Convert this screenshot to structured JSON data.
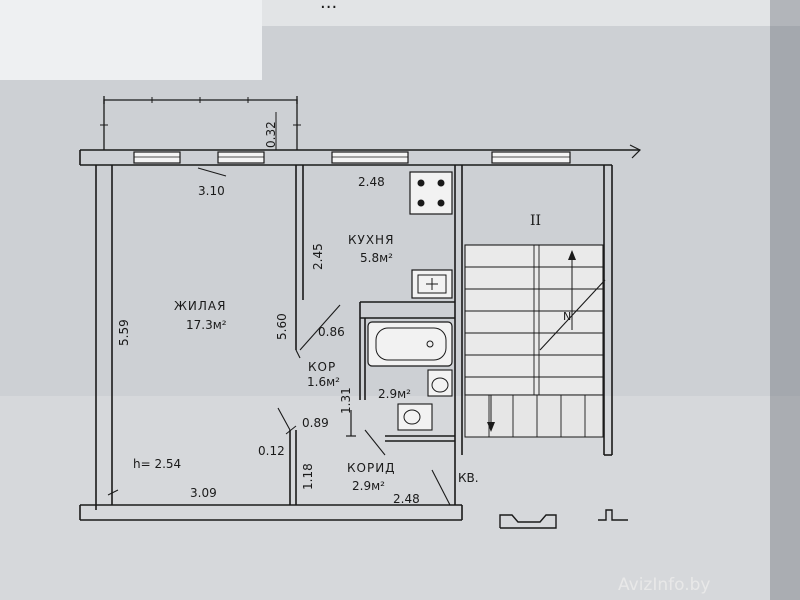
{
  "header_text": "...",
  "rooms": {
    "living": {
      "name": "ЖИЛАЯ",
      "area": "17.3м²"
    },
    "kitchen": {
      "name": "КУХНЯ",
      "area": "5.8м²"
    },
    "corridor_small": {
      "name": "КОР",
      "area": "1.6м²"
    },
    "bathroom": {
      "area": "2.9м²"
    },
    "corridor": {
      "name": "КОРИД",
      "area": "2.9м²"
    }
  },
  "dimensions": {
    "d_3_10": "3.10",
    "d_0_32": "0.32",
    "d_2_48_top": "2.48",
    "d_2_45": "2.45",
    "d_5_59": "5.59",
    "d_5_60": "5.60",
    "d_0_86": "0.86",
    "d_1_31": "1.31",
    "d_0_89": "0.89",
    "d_0_12": "0.12",
    "d_1_18": "1.18",
    "d_3_09": "3.09",
    "d_2_48_bottom": "2.48"
  },
  "ceiling_height": "h= 2.54",
  "stair_label": "II",
  "stair_mark": "N",
  "apartment_label": "КВ.",
  "watermark": "AvizInfo.by"
}
